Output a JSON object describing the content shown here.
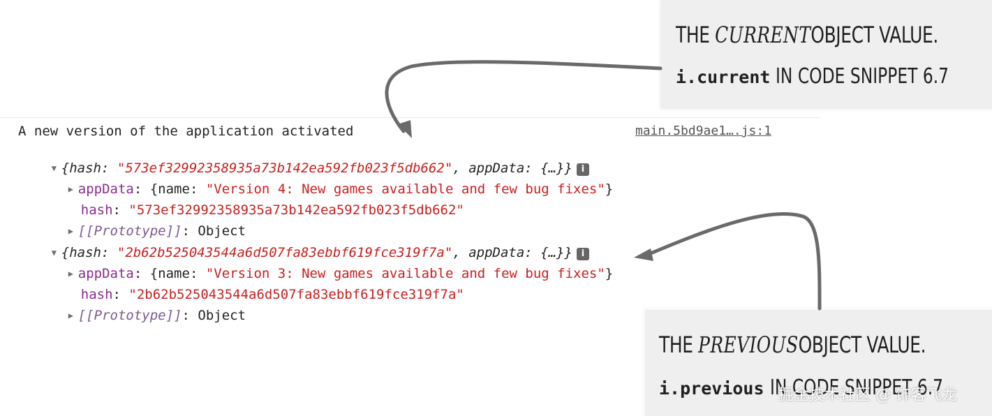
{
  "console": {
    "message": "A new version of the application activated",
    "source_link": "main.5bd9ae1….js:1",
    "entries": [
      {
        "summary_hash_key": "hash",
        "summary_hash_value": "\"573ef32992358935a73b142ea592fb023f5db662\"",
        "summary_appdata_key": "appData",
        "summary_appdata_value": "{…}",
        "appdata_key": "appData",
        "appdata_name_key": "name",
        "appdata_name_value": "\"Version 4: New games available and few bug fixes\"",
        "hash_key": "hash",
        "hash_value": "\"573ef32992358935a73b142ea592fb023f5db662\"",
        "prototype_key": "[[Prototype]]",
        "prototype_value": "Object"
      },
      {
        "summary_hash_key": "hash",
        "summary_hash_value": "\"2b62b525043544a6d507fa83ebbf619fce319f7a\"",
        "summary_appdata_key": "appData",
        "summary_appdata_value": "{…}",
        "appdata_key": "appData",
        "appdata_name_key": "name",
        "appdata_name_value": "\"Version 3: New games available and few bug fixes\"",
        "hash_key": "hash",
        "hash_value": "\"2b62b525043544a6d507fa83ebbf619fce319f7a\"",
        "prototype_key": "[[Prototype]]",
        "prototype_value": "Object"
      }
    ],
    "info_badge": "i"
  },
  "annotations": {
    "top": {
      "heading_pre": "THE",
      "heading_em": "CURRENT",
      "heading_post": "OBJECT VALUE.",
      "code": "i.current",
      "code_tail": "IN CODE SNIPPET 6.7"
    },
    "bottom": {
      "heading_pre": "THE",
      "heading_em": "PREVIOUS",
      "heading_post": "OBJECT VALUE.",
      "code": "i.previous",
      "code_tail": "IN CODE SNIPPET 6.7"
    }
  },
  "watermark": "掘金技术社区 @ 饰客飞龙",
  "colors": {
    "string_red": "#c81e1e",
    "note_background": "#efefef",
    "arrow_gray": "#6a6a6a"
  },
  "icons": {
    "expand": "triangle-down-icon",
    "collapse": "triangle-right-icon",
    "info": "info-icon",
    "arrow": "curved-arrow-icon"
  }
}
